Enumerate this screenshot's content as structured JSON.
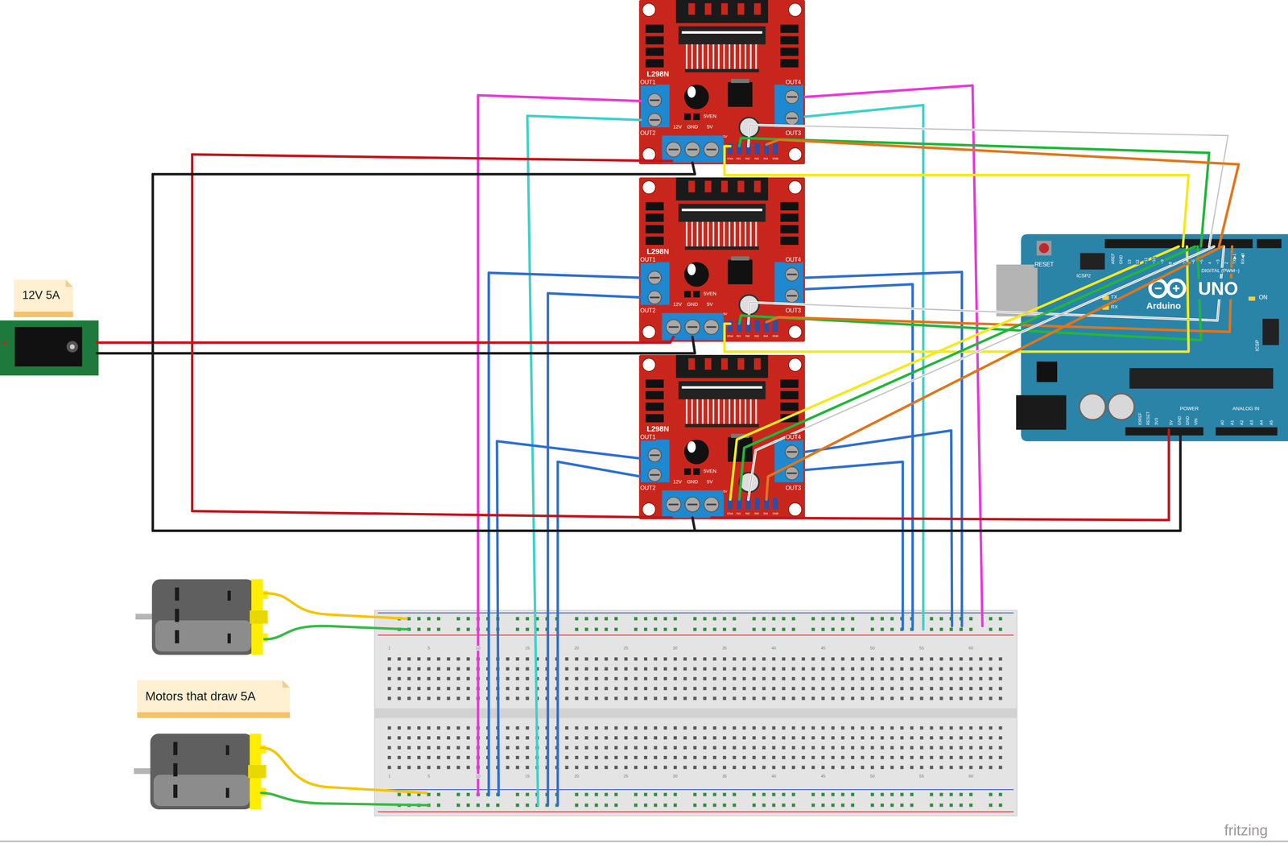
{
  "diagram": {
    "nodes": [
      {
        "text": [
          "12V 5A"
        ]
      },
      {
        "text": [
          "Motors that draw 5A"
        ]
      }
    ],
    "labels": [
      "L298N",
      "OUT1",
      "OUT4",
      "5VEN",
      "12V",
      "GND",
      "5V",
      "OUT2",
      "OUT3",
      "5V",
      "ENA",
      "IN1",
      "IN2",
      "IN3",
      "IN4",
      "ENB",
      "L298N",
      "OUT1",
      "OUT4",
      "5VEN",
      "12V",
      "GND",
      "5V",
      "OUT2",
      "OUT3",
      "5V",
      "ENA",
      "IN1",
      "IN2",
      "IN3",
      "IN4",
      "ENB",
      "L298N",
      "OUT1",
      "OUT4",
      "5VEN",
      "12V",
      "GND",
      "5V",
      "OUT2",
      "OUT3",
      "5V",
      "ENA",
      "IN1",
      "IN2",
      "IN3",
      "IN4",
      "ENB",
      "RESET",
      "ICSP2",
      "AREF",
      "GND",
      "13",
      "12",
      "~11",
      "~10",
      "~9",
      "8",
      "7",
      "~6",
      "~5",
      "4",
      "~3",
      "2",
      "TX▶1",
      "RX◀0",
      "DIGITAL (PWM~)",
      "TX",
      "RX",
      "Arduino",
      "UNO",
      "ON",
      "ICSP",
      "IOREF",
      "RESET",
      "3V3",
      "5V",
      "GND",
      "GND",
      "VIN",
      "POWER",
      "ANALOG IN",
      "A0",
      "A1",
      "A2",
      "A3",
      "A4",
      "A5",
      "1",
      "5",
      "10",
      "15",
      "20",
      "25",
      "30",
      "35",
      "40",
      "45",
      "50",
      "55",
      "60",
      "1",
      "5",
      "10",
      "15",
      "20",
      "25",
      "30",
      "35",
      "40",
      "45",
      "50",
      "55",
      "60",
      "fritzing"
    ]
  }
}
